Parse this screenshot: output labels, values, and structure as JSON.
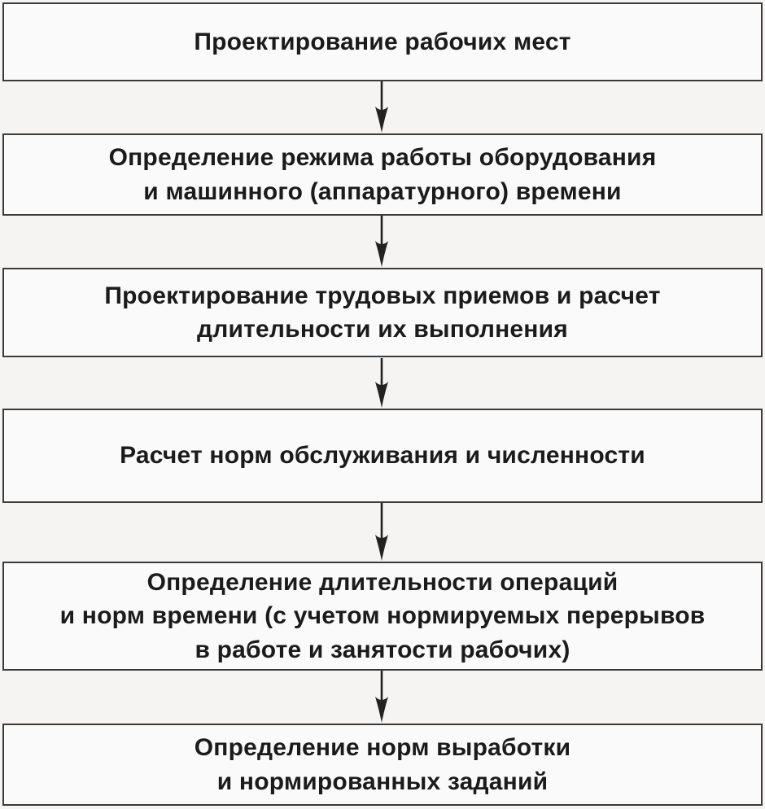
{
  "flowchart": {
    "type": "vertical-process-flow",
    "language": "ru",
    "colors": {
      "background": "#f5f4f3",
      "box_fill": "#fafafa",
      "border": "#3b3b3b",
      "text": "#1b1b1b",
      "arrow": "#222222"
    },
    "steps": [
      {
        "label": "Проектирование рабочих мест"
      },
      {
        "label": "Определение режима работы оборудования\nи машинного (аппаратурного) времени"
      },
      {
        "label": "Проектирование трудовых приемов и расчет\nдлительности их выполнения"
      },
      {
        "label": "Расчет норм обслуживания и численности"
      },
      {
        "label": "Определение длительности операций\nи норм времени (с учетом нормируемых перерывов\nв работе и занятости рабочих)"
      },
      {
        "label": "Определение норм выработки\nи нормированных заданий"
      }
    ],
    "connectors": [
      {
        "from": 1,
        "to": 2,
        "direction": "down"
      },
      {
        "from": 2,
        "to": 3,
        "direction": "down"
      },
      {
        "from": 3,
        "to": 4,
        "direction": "down"
      },
      {
        "from": 4,
        "to": 5,
        "direction": "down"
      },
      {
        "from": 5,
        "to": 6,
        "direction": "down"
      }
    ]
  }
}
